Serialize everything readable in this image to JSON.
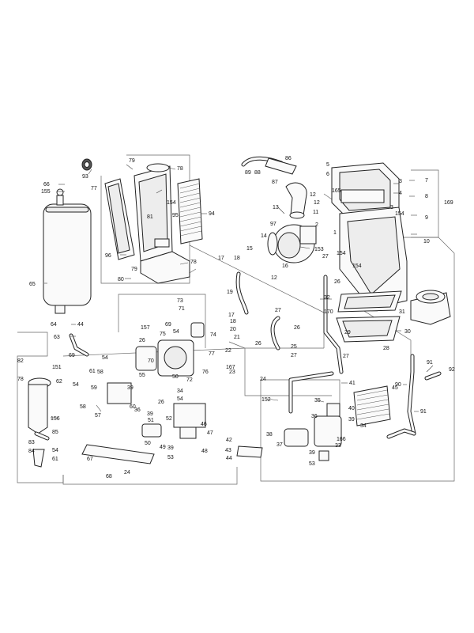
{
  "diagram": {
    "callouts": {
      "c1": "1",
      "c2": "2",
      "c3": "3",
      "c4": "4",
      "c5": "5",
      "c6": "6",
      "c7": "7",
      "c8": "8",
      "c9": "9",
      "c10": "10",
      "c11": "11",
      "c12": "12",
      "c13": "13",
      "c14": "14",
      "c15": "15",
      "c16": "16",
      "c17": "17",
      "c18": "18",
      "c19": "19",
      "c20": "20",
      "c21": "21",
      "c22": "22",
      "c23": "23",
      "c24": "24",
      "c25": "25",
      "c26": "26",
      "c27": "27",
      "c28": "28",
      "c29": "29",
      "c30": "30",
      "c31": "31",
      "c32": "32",
      "c33": "33",
      "c34": "34",
      "c35": "35",
      "c36": "36",
      "c37": "37",
      "c38": "38",
      "c39": "39",
      "c40": "40",
      "c41": "41",
      "c42": "42",
      "c43": "43",
      "c44": "44",
      "c45": "45",
      "c46": "46",
      "c47": "47",
      "c48": "48",
      "c49": "49",
      "c50": "50",
      "c51": "51",
      "c52": "52",
      "c53": "53",
      "c54": "54",
      "c55": "55",
      "c56": "56",
      "c57": "57",
      "c58": "58",
      "c59": "59",
      "c60": "60",
      "c61": "61",
      "c62": "62",
      "c63": "63",
      "c64": "64",
      "c65": "65",
      "c66": "66",
      "c67": "67",
      "c68": "68",
      "c69": "69",
      "c70": "70",
      "c71": "71",
      "c72": "72",
      "c73": "73",
      "c74": "74",
      "c75": "75",
      "c76": "76",
      "c77": "77",
      "c78": "78",
      "c79": "79",
      "c80": "80",
      "c81": "81",
      "c82": "82",
      "c83": "83",
      "c84": "84",
      "c85": "85",
      "c86": "86",
      "c87": "87",
      "c88": "88",
      "c89": "89",
      "c90": "90",
      "c91": "91",
      "c92": "92",
      "c93": "93",
      "c94": "94",
      "c95": "95",
      "c96": "96",
      "c97": "97",
      "c151": "151",
      "c152": "152",
      "c153": "153",
      "c154": "154",
      "c155": "155",
      "c156": "156",
      "c157": "157",
      "c165": "165",
      "c166": "166",
      "c167": "167",
      "c169": "169",
      "c170": "170"
    }
  }
}
